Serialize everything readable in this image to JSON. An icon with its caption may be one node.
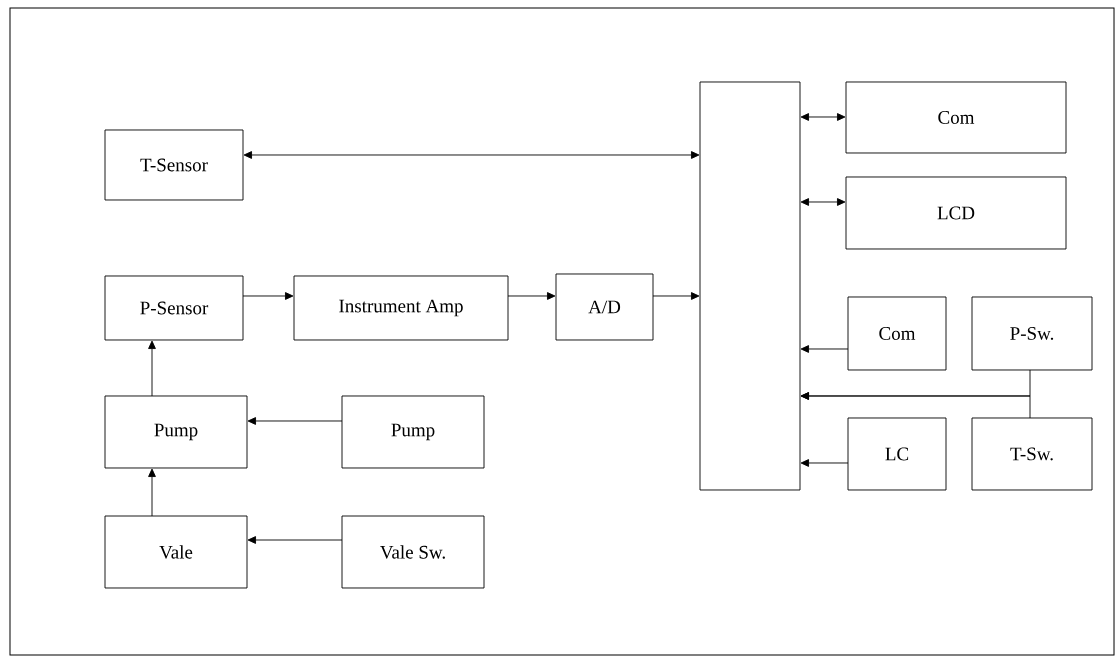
{
  "diagram": {
    "nodes": [
      {
        "text": [
          "T-Sensor"
        ]
      },
      {
        "text": [],
        "shape": "box"
      },
      {
        "text": [
          "Com"
        ]
      },
      {
        "text": [
          "LCD"
        ]
      },
      {
        "text": [
          "P-Sensor"
        ]
      },
      {
        "text": [
          "Instrument Amp"
        ]
      },
      {
        "text": [
          "A/D"
        ]
      },
      {
        "text": [
          "Com"
        ]
      },
      {
        "text": [
          "P-Sw."
        ]
      },
      {
        "text": [
          "Pump"
        ]
      },
      {
        "text": [
          "Pump"
        ]
      },
      {
        "text": [
          "LC"
        ]
      },
      {
        "text": [
          "T-Sw."
        ]
      },
      {
        "text": [
          "Vale"
        ]
      },
      {
        "text": [
          "Vale Sw."
        ]
      }
    ],
    "edges": [
      {
        "from": 0,
        "to": 1,
        "arrow": "both"
      },
      {
        "from": 1,
        "to": 2,
        "arrow": "both"
      },
      {
        "from": 1,
        "to": 3,
        "arrow": "both"
      },
      {
        "from": 4,
        "to": 5,
        "arrow": "to"
      },
      {
        "from": 5,
        "to": 6,
        "arrow": "to"
      },
      {
        "from": 6,
        "to": 1,
        "arrow": "to"
      },
      {
        "from": 7,
        "to": 1,
        "arrow": "to"
      },
      {
        "from": 8,
        "to": 1,
        "arrow": "to"
      },
      {
        "from": 12,
        "to": 1,
        "arrow": "to"
      },
      {
        "from": 11,
        "to": 1,
        "arrow": "to"
      },
      {
        "from": 9,
        "to": 4,
        "arrow": "to"
      },
      {
        "from": 10,
        "to": 9,
        "arrow": "to"
      },
      {
        "from": 13,
        "to": 9,
        "arrow": "to"
      },
      {
        "from": 14,
        "to": 13,
        "arrow": "to"
      }
    ]
  }
}
